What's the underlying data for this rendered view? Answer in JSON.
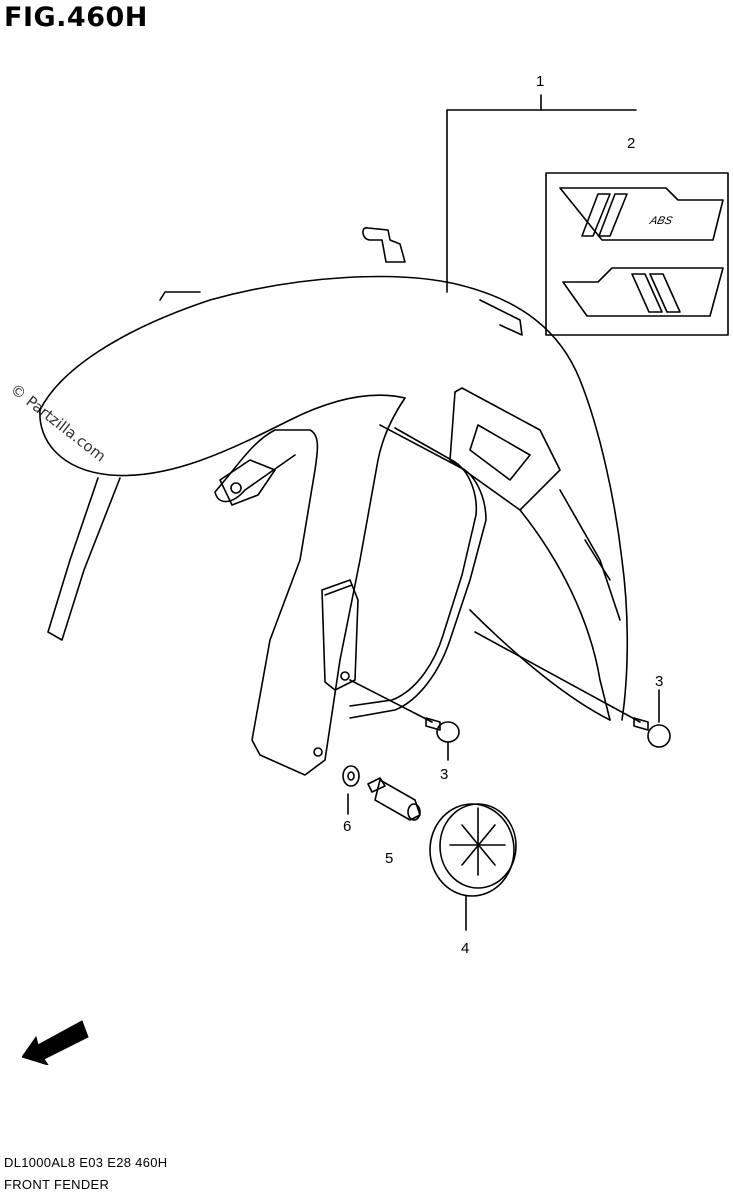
{
  "figure": {
    "title": "FIG.460H",
    "watermark": "© Partzilla.com",
    "fwd_label": "FWD"
  },
  "callouts": [
    {
      "id": "callout-1",
      "label": "1"
    },
    {
      "id": "callout-2",
      "label": "2"
    },
    {
      "id": "callout-3a",
      "label": "3"
    },
    {
      "id": "callout-3b",
      "label": "3"
    },
    {
      "id": "callout-4",
      "label": "4"
    },
    {
      "id": "callout-5",
      "label": "5"
    },
    {
      "id": "callout-6",
      "label": "6"
    }
  ],
  "decal_text": "ABS",
  "footer": {
    "model_code": "DL1000AL8  E03  E28  460H",
    "section_name": "FRONT FENDER"
  }
}
